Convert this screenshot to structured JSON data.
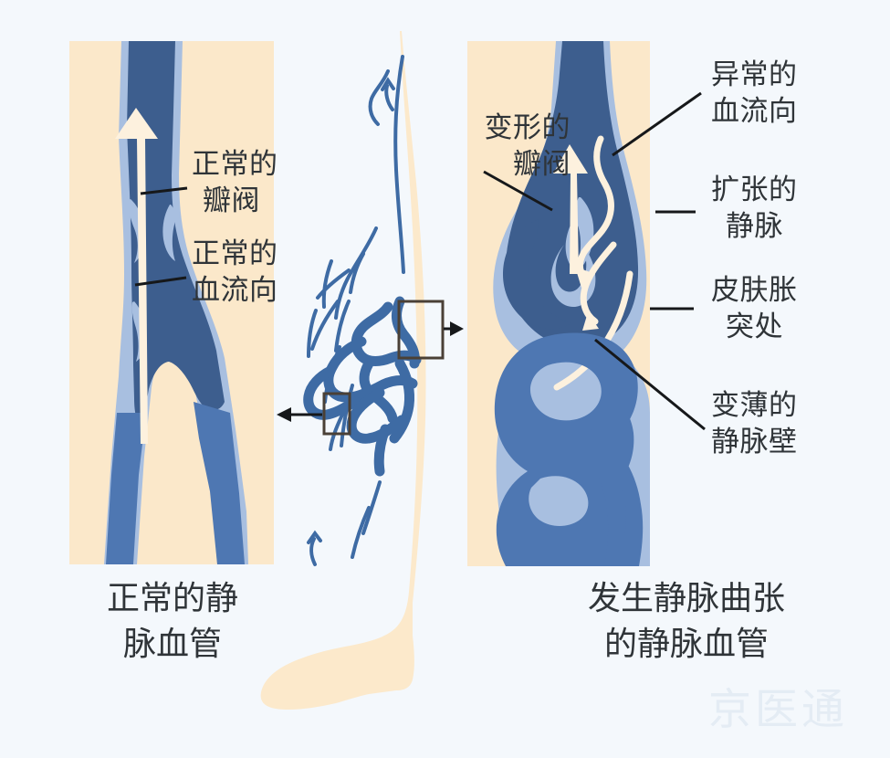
{
  "figure": {
    "title_alt": "静脉曲张示意图",
    "background_color": "#f4f8fc",
    "panel_color": "#fbe8ca",
    "skin_color": "#fce9cb",
    "vein_dark_color": "#3d5e8e",
    "vein_mid_color": "#4e77b2",
    "vein_light_outline_color": "#a8bfe0",
    "vein_line_color": "#3e6ba4",
    "arrow_fill_color": "#fdf1de",
    "text_color": "#2f3438",
    "leader_line_color": "#16181a",
    "watermark_color": "#e4ecf4"
  },
  "left_panel": {
    "caption_line1": "正常的静",
    "caption_line2": "脉血管",
    "labels": [
      {
        "name": "normal-valve",
        "line1": "正常的",
        "line2": "瓣阀"
      },
      {
        "name": "normal-blood-flow",
        "line1": "正常的",
        "line2": "血流向"
      }
    ]
  },
  "center_panel": {
    "callout_boxes": [
      {
        "name": "upper-detail-box"
      },
      {
        "name": "lower-detail-box"
      }
    ],
    "arrows": [
      {
        "name": "arrow-to-right-panel",
        "direction": "right"
      },
      {
        "name": "arrow-to-left-panel",
        "direction": "left"
      }
    ]
  },
  "right_panel": {
    "caption_line1": "发生静脉曲张",
    "caption_line2": "的静脉血管",
    "labels": [
      {
        "name": "deformed-valve",
        "line1": "变形的",
        "line2": "瓣阀"
      },
      {
        "name": "abnormal-blood-flow",
        "line1": "异常的",
        "line2": "血流向"
      },
      {
        "name": "dilated-vein",
        "line1": "扩张的",
        "line2": "静脉"
      },
      {
        "name": "skin-bulge",
        "line1": "皮肤胀",
        "line2": "突处"
      },
      {
        "name": "thinned-vein-wall",
        "line1": "变薄的",
        "line2": "静脉壁"
      }
    ]
  },
  "watermark": {
    "text": "京医通"
  }
}
